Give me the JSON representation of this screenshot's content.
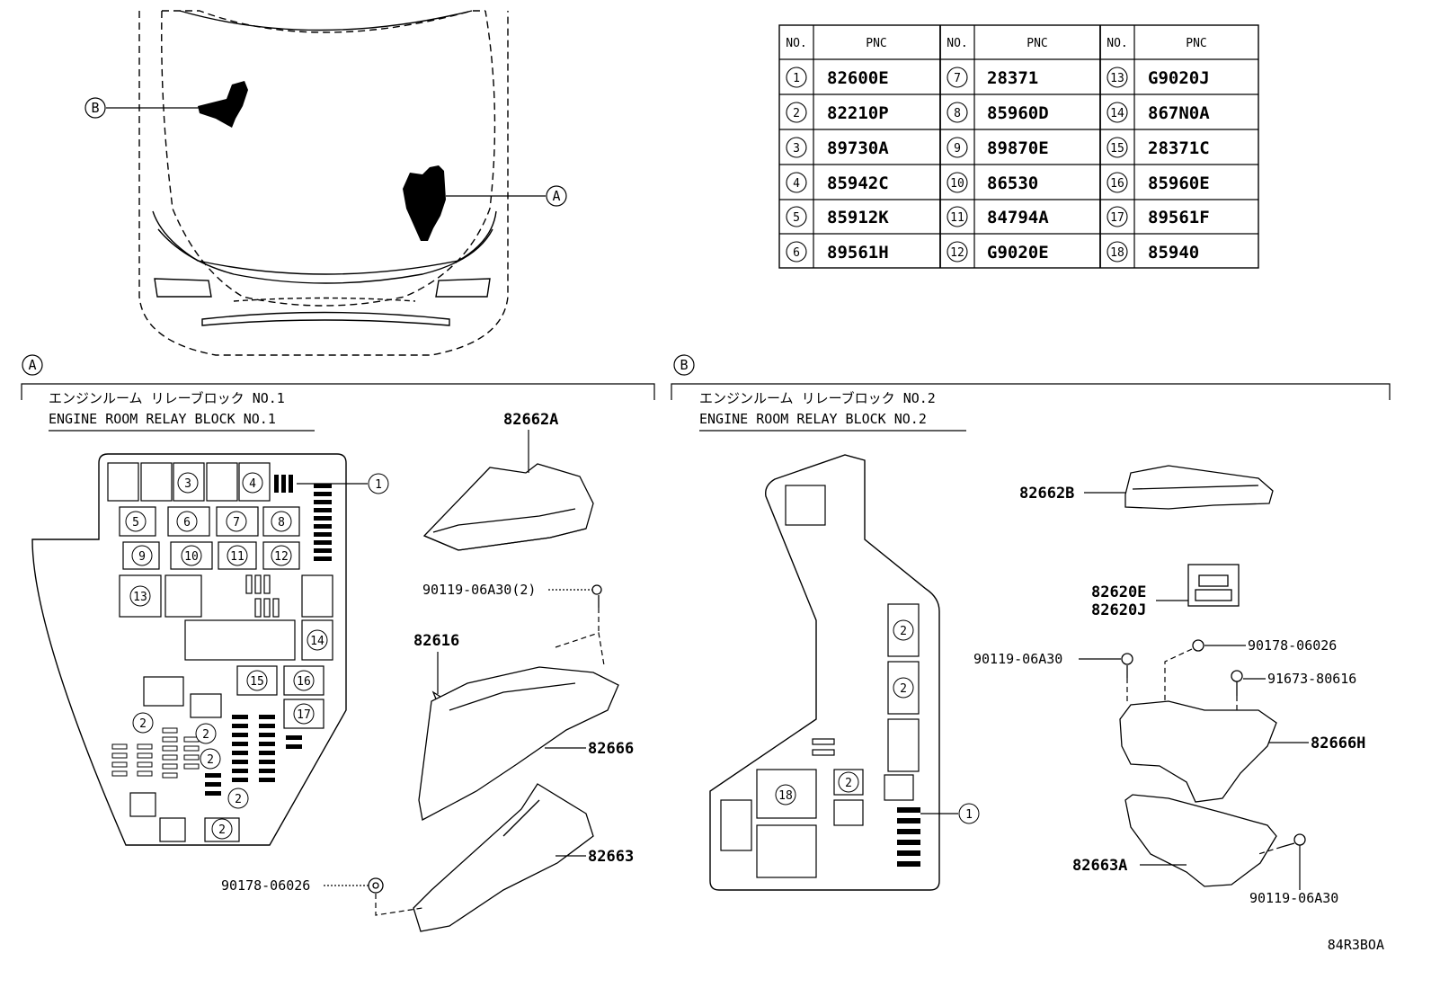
{
  "table": {
    "headers": [
      "NO.",
      "PNC",
      "NO.",
      "PNC",
      "NO.",
      "PNC"
    ],
    "rows": [
      [
        {
          "no": "1",
          "pnc": "82600E"
        },
        {
          "no": "7",
          "pnc": "28371"
        },
        {
          "no": "13",
          "pnc": "G9020J"
        }
      ],
      [
        {
          "no": "2",
          "pnc": "82210P"
        },
        {
          "no": "8",
          "pnc": "85960D"
        },
        {
          "no": "14",
          "pnc": "867N0A"
        }
      ],
      [
        {
          "no": "3",
          "pnc": "89730A"
        },
        {
          "no": "9",
          "pnc": "89870E"
        },
        {
          "no": "15",
          "pnc": "28371C"
        }
      ],
      [
        {
          "no": "4",
          "pnc": "85942C"
        },
        {
          "no": "10",
          "pnc": "86530"
        },
        {
          "no": "16",
          "pnc": "85960E"
        }
      ],
      [
        {
          "no": "5",
          "pnc": "85912K"
        },
        {
          "no": "11",
          "pnc": "84794A"
        },
        {
          "no": "17",
          "pnc": "89561F"
        }
      ],
      [
        {
          "no": "6",
          "pnc": "89561H"
        },
        {
          "no": "12",
          "pnc": "G9020E"
        },
        {
          "no": "18",
          "pnc": "85940"
        }
      ]
    ]
  },
  "car_view": {
    "callout_a": "A",
    "callout_b": "B"
  },
  "section_a": {
    "marker": "A",
    "title_jp": "エンジンルーム リレーブロック NO.1",
    "title_en": "ENGINE ROOM RELAY BLOCK NO.1",
    "parts": {
      "cover": "82662A",
      "bolt": "90119-06A30(2)",
      "clip": "82616",
      "block": "82666",
      "lower_cover": "82663",
      "nut": "90178-06026"
    }
  },
  "section_b": {
    "marker": "B",
    "title_jp": "エンジンルーム リレーブロック NO.2",
    "title_en": "ENGINE ROOM RELAY BLOCK NO.2",
    "parts": {
      "cover": "82662B",
      "relay_1": "82620E",
      "relay_2": "82620J",
      "bolt_left": "90119-06A30",
      "nut": "90178-06026",
      "bolt_right": "91673-80616",
      "block": "82666H",
      "lower_cover": "82663A",
      "bolt_bottom": "90119-06A30"
    }
  },
  "fuse_labels_a": [
    "1",
    "2",
    "2",
    "2",
    "2",
    "2",
    "3",
    "4",
    "5",
    "6",
    "7",
    "8",
    "9",
    "10",
    "11",
    "12",
    "13",
    "14",
    "15",
    "16",
    "17"
  ],
  "fuse_labels_b": [
    "1",
    "2",
    "2",
    "2",
    "18"
  ],
  "figure_code": "84R3BOA"
}
